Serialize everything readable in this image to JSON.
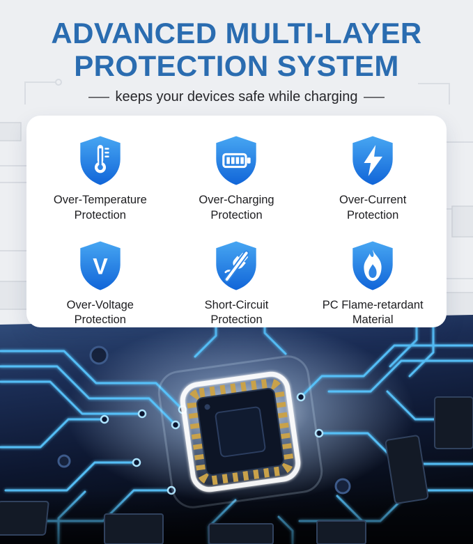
{
  "header": {
    "title_line1": "ADVANCED MULTI-LAYER",
    "title_line2": "PROTECTION SYSTEM",
    "dash": "—",
    "subtitle": "keeps your devices safe while charging"
  },
  "protections": {
    "items": [
      {
        "icon": "thermometer-shield-icon",
        "line1": "Over-Temperature",
        "line2": "Protection"
      },
      {
        "icon": "battery-shield-icon",
        "line1": "Over-Charging",
        "line2": "Protection"
      },
      {
        "icon": "lightning-shield-icon",
        "line1": "Over-Current",
        "line2": "Protection"
      },
      {
        "icon": "voltage-v-shield-icon",
        "line1": "Over-Voltage",
        "line2": "Protection"
      },
      {
        "icon": "short-circuit-shield-icon",
        "line1": "Short-Circuit",
        "line2": "Protection"
      },
      {
        "icon": "flame-shield-icon",
        "line1": "PC Flame-retardant",
        "line2": "Material"
      }
    ]
  },
  "colors": {
    "title_blue": "#2a6cb0",
    "shield_blue_top": "#47a6f2",
    "shield_blue_bottom": "#1165d8",
    "glyph_inner_blue": "#2f85e5",
    "board_trace": "#58c6ff",
    "card_bg": "#ffffff",
    "page_bg": "#edeff2"
  }
}
